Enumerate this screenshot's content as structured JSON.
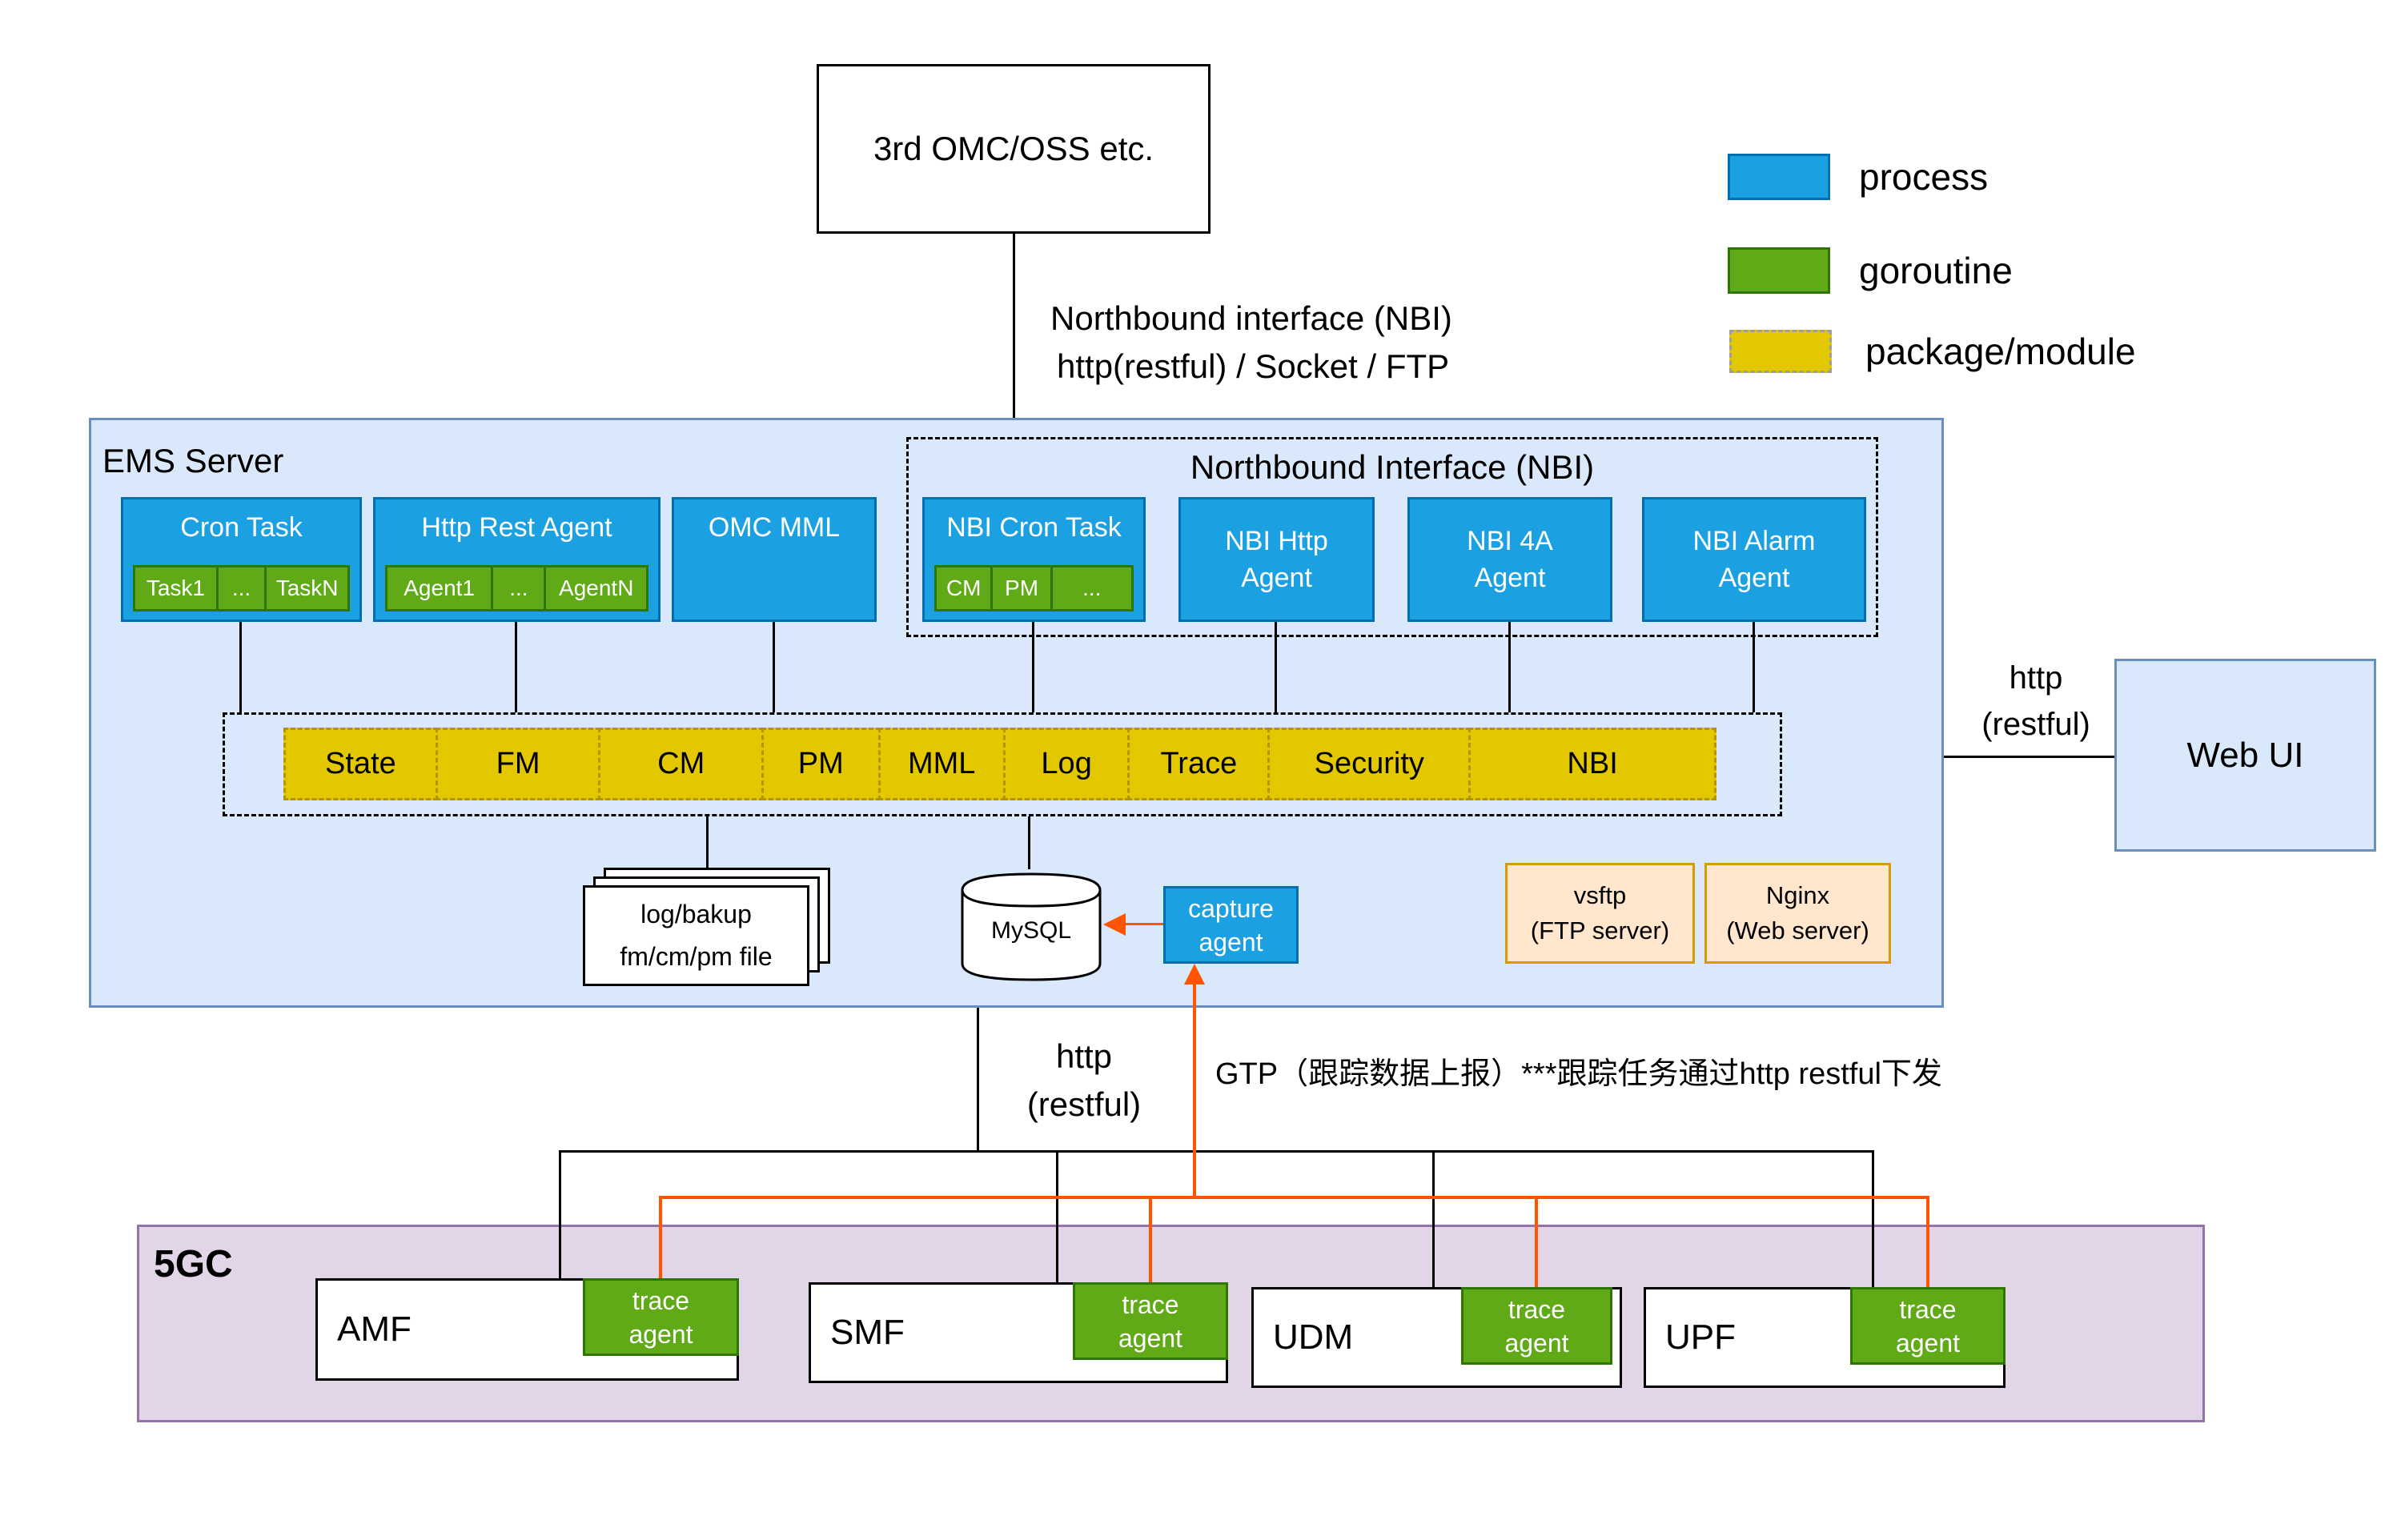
{
  "colors": {
    "process_blue": "#1ba1e2",
    "process_border": "#006eaf",
    "goroutine_green": "#60a917",
    "goroutine_border": "#2d7600",
    "module_yellow": "#e3c800",
    "module_border": "#b09500",
    "container_blue_fill": "#dae8fc",
    "container_blue_border": "#6c8ebf",
    "server_box_fill": "#ffe6cc",
    "server_box_border": "#d79b00",
    "fgc_purple_fill": "#e1d5e7",
    "fgc_purple_border": "#9673a6",
    "arrow_orange": "#ff5500",
    "line_black": "#000000"
  },
  "external": {
    "omc_oss_label": "3rd OMC/OSS etc.",
    "nbi_line1": "Northbound interface (NBI)",
    "nbi_line2": "http(restful) / Socket / FTP"
  },
  "legend": {
    "process": "process",
    "goroutine": "goroutine",
    "package_module": "package/module"
  },
  "ems": {
    "title": "EMS Server",
    "cron_task": {
      "title": "Cron Task",
      "subs": [
        "Task1",
        "...",
        "TaskN"
      ]
    },
    "http_rest_agent": {
      "title": "Http Rest Agent",
      "subs": [
        "Agent1",
        "...",
        "AgentN"
      ]
    },
    "omc_mml": {
      "title": "OMC MML"
    },
    "nbi_frame": {
      "title": "Northbound Interface (NBI)",
      "nbi_cron_task": {
        "title": "NBI Cron Task",
        "subs": [
          "CM",
          "PM",
          "..."
        ]
      },
      "nbi_http_agent": "NBI Http Agent",
      "nbi_4a_agent": "NBI 4A Agent",
      "nbi_alarm_agent": "NBI Alarm Agent"
    },
    "modules": [
      "State",
      "FM",
      "CM",
      "PM",
      "MML",
      "Log",
      "Trace",
      "Security",
      "NBI"
    ],
    "files": {
      "line1": "log/bakup",
      "line2": "fm/cm/pm file"
    },
    "mysql_label": "MySQL",
    "capture_agent": {
      "line1": "capture",
      "line2": "agent"
    },
    "vsftp": {
      "line1": "vsftp",
      "line2": "(FTP server)"
    },
    "nginx": {
      "line1": "Nginx",
      "line2": "(Web server)"
    }
  },
  "web_ui": {
    "label": "Web UI",
    "link_line1": "http",
    "link_line2": "(restful)"
  },
  "south": {
    "http_line1": "http",
    "http_line2": "(restful)",
    "gtp_note": "GTP（跟踪数据上报）***跟踪任务通过http restful下发"
  },
  "fgc": {
    "title": "5GC",
    "trace_agent": {
      "line1": "trace",
      "line2": "agent"
    },
    "nodes": [
      "AMF",
      "SMF",
      "UDM",
      "UPF"
    ]
  }
}
